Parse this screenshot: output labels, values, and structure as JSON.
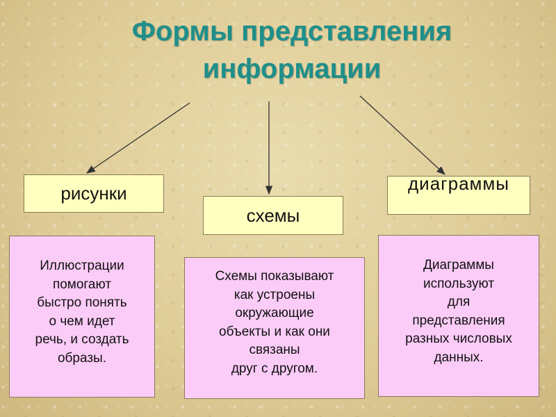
{
  "title": "Формы представления\nинформации",
  "categories": [
    {
      "label": "рисунки",
      "description": "Иллюстрации\nпомогают\nбыстро понять\nо чем идет\nречь, и создать\nобразы."
    },
    {
      "label": "схемы",
      "description": "Схемы показывают\nкак устроены\nокружающие\nобъекты и как они\nсвязаны\nдруг с другом."
    },
    {
      "label": "диаграммы",
      "description": "Диаграммы\nиспользуют\nдля\nпредставления\nразных числовых\nданных."
    }
  ]
}
